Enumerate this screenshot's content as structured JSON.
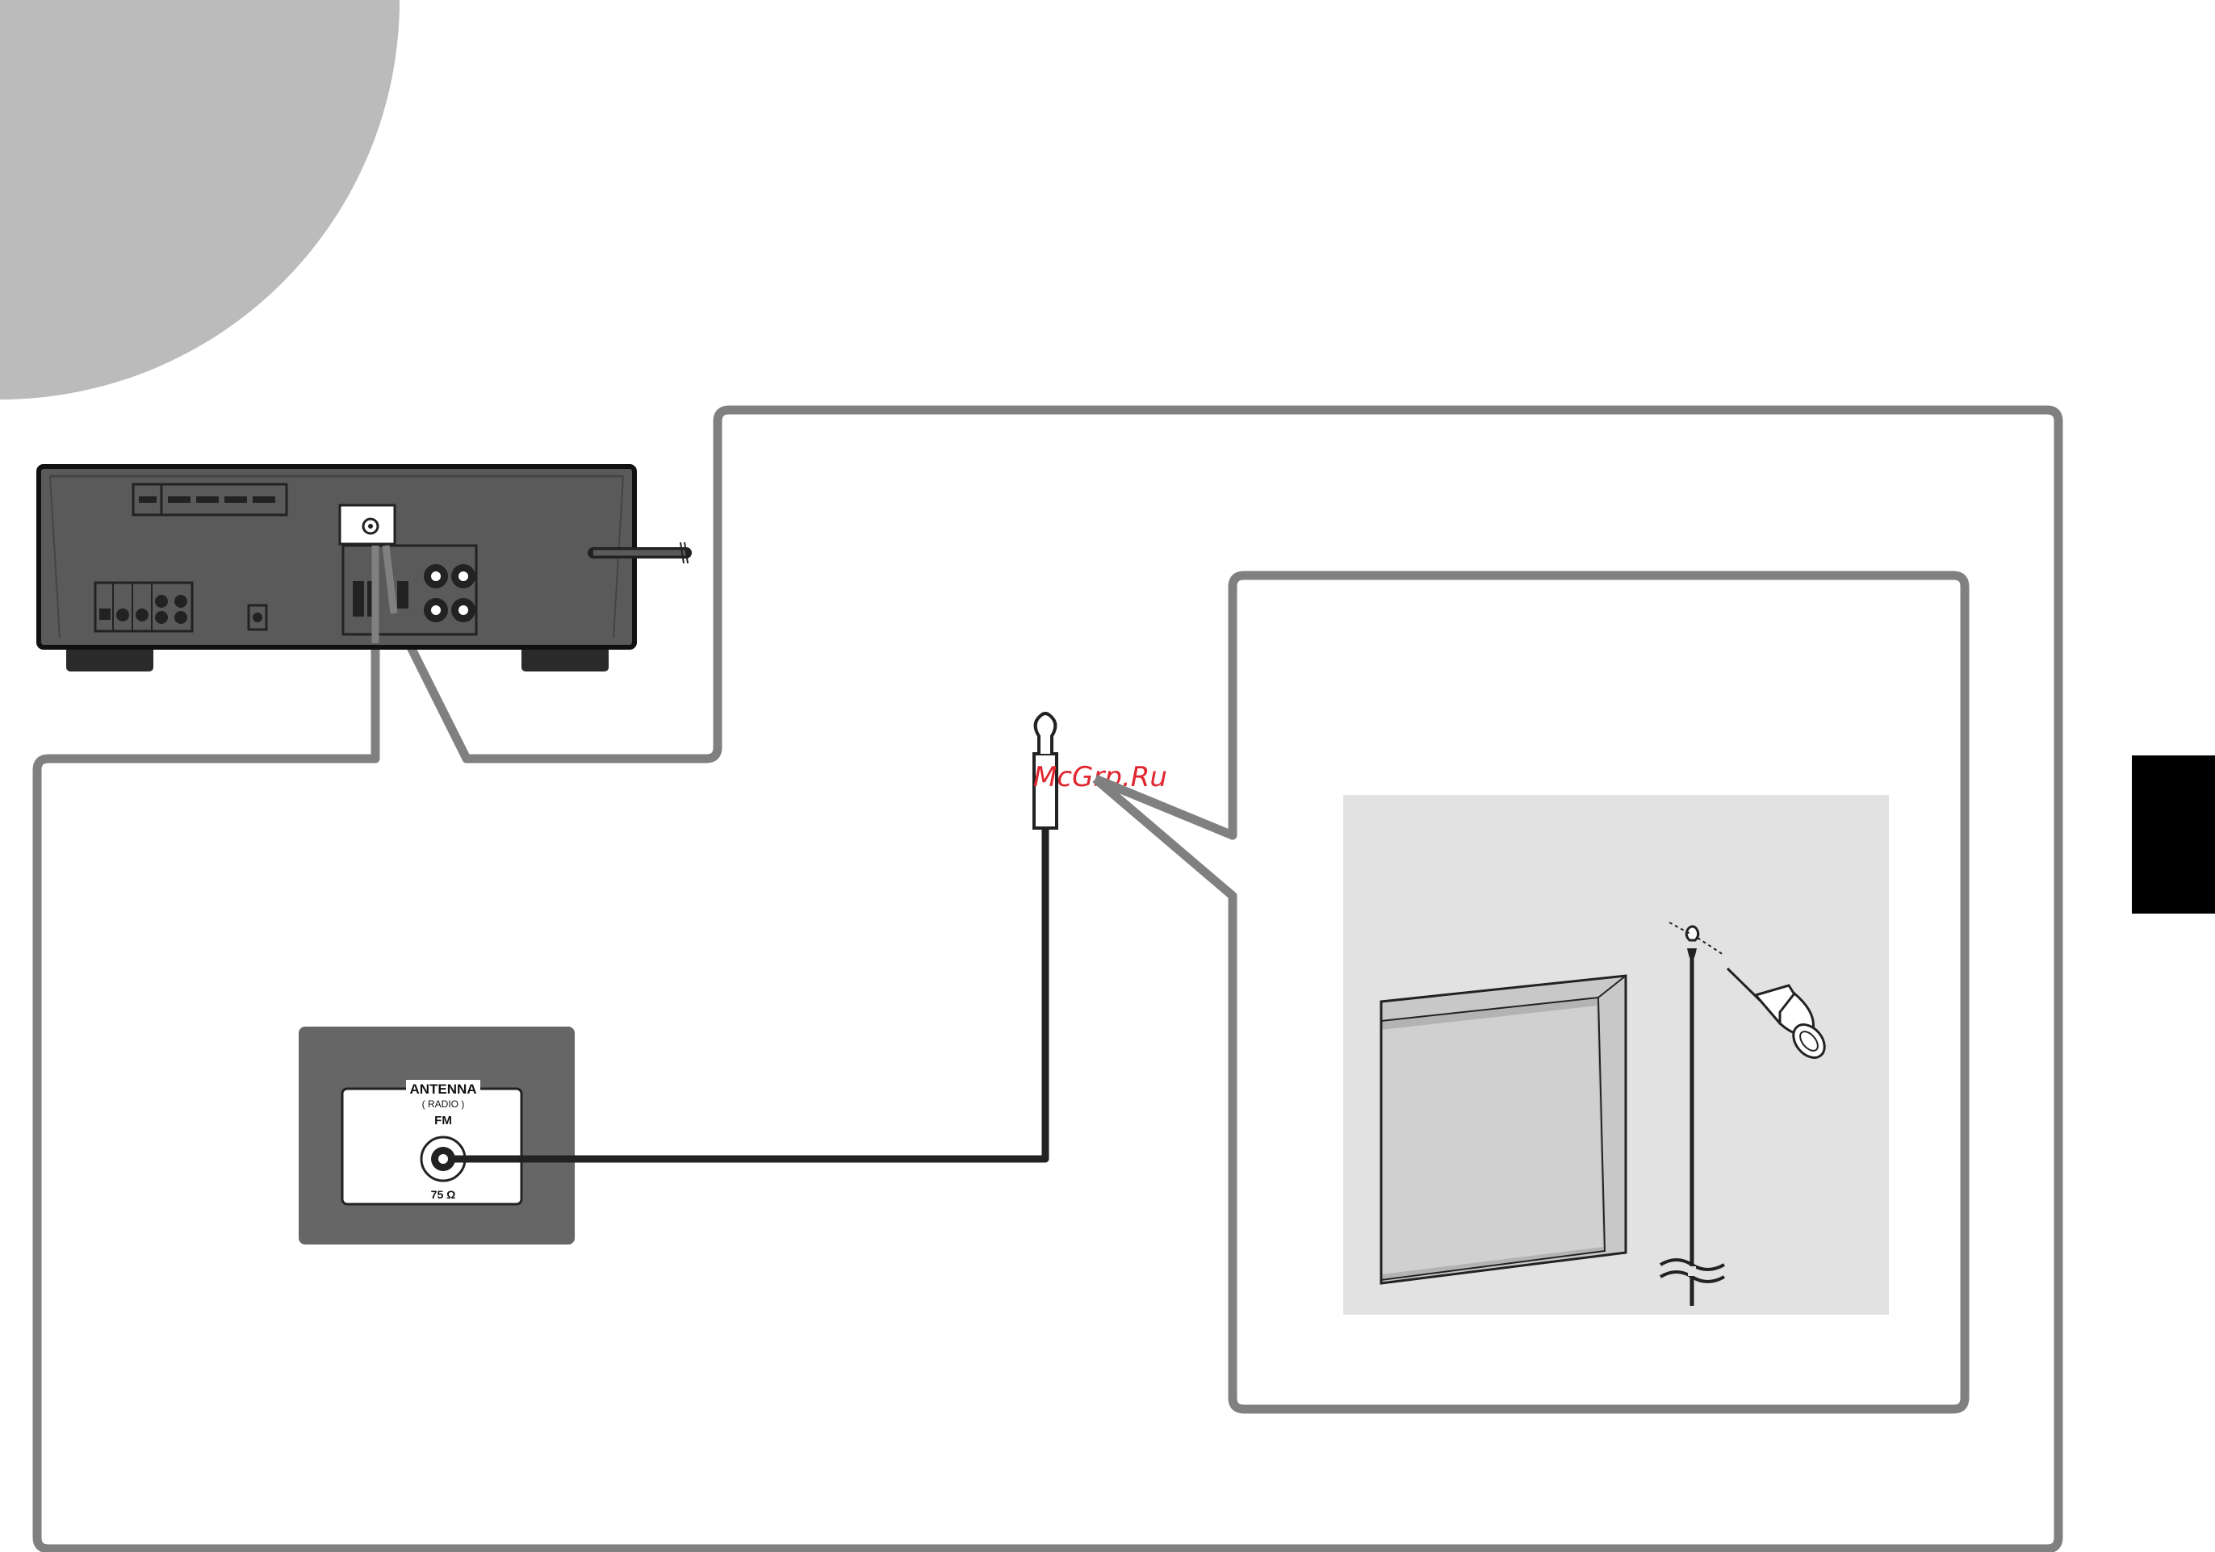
{
  "panel": {
    "title": "ANTENNA",
    "subtitle": "( RADIO )",
    "band": "FM",
    "impedance": "75 Ω"
  },
  "watermark": "McGrp.Ru",
  "colors": {
    "frame": "#808080",
    "receiver_body": "#5a5a5a",
    "panel_bg": "#666666",
    "page_tab": "#000000",
    "corner_circle": "#bbbbbb",
    "inset_bg": "#e2e2e2",
    "watermark": "#e0262e"
  },
  "icons": [
    "receiver-rear-panel-illustration",
    "fm-antenna-jack-icon",
    "antenna-loop-plug-icon",
    "thumbtack-icon",
    "window-frame-illustration"
  ]
}
